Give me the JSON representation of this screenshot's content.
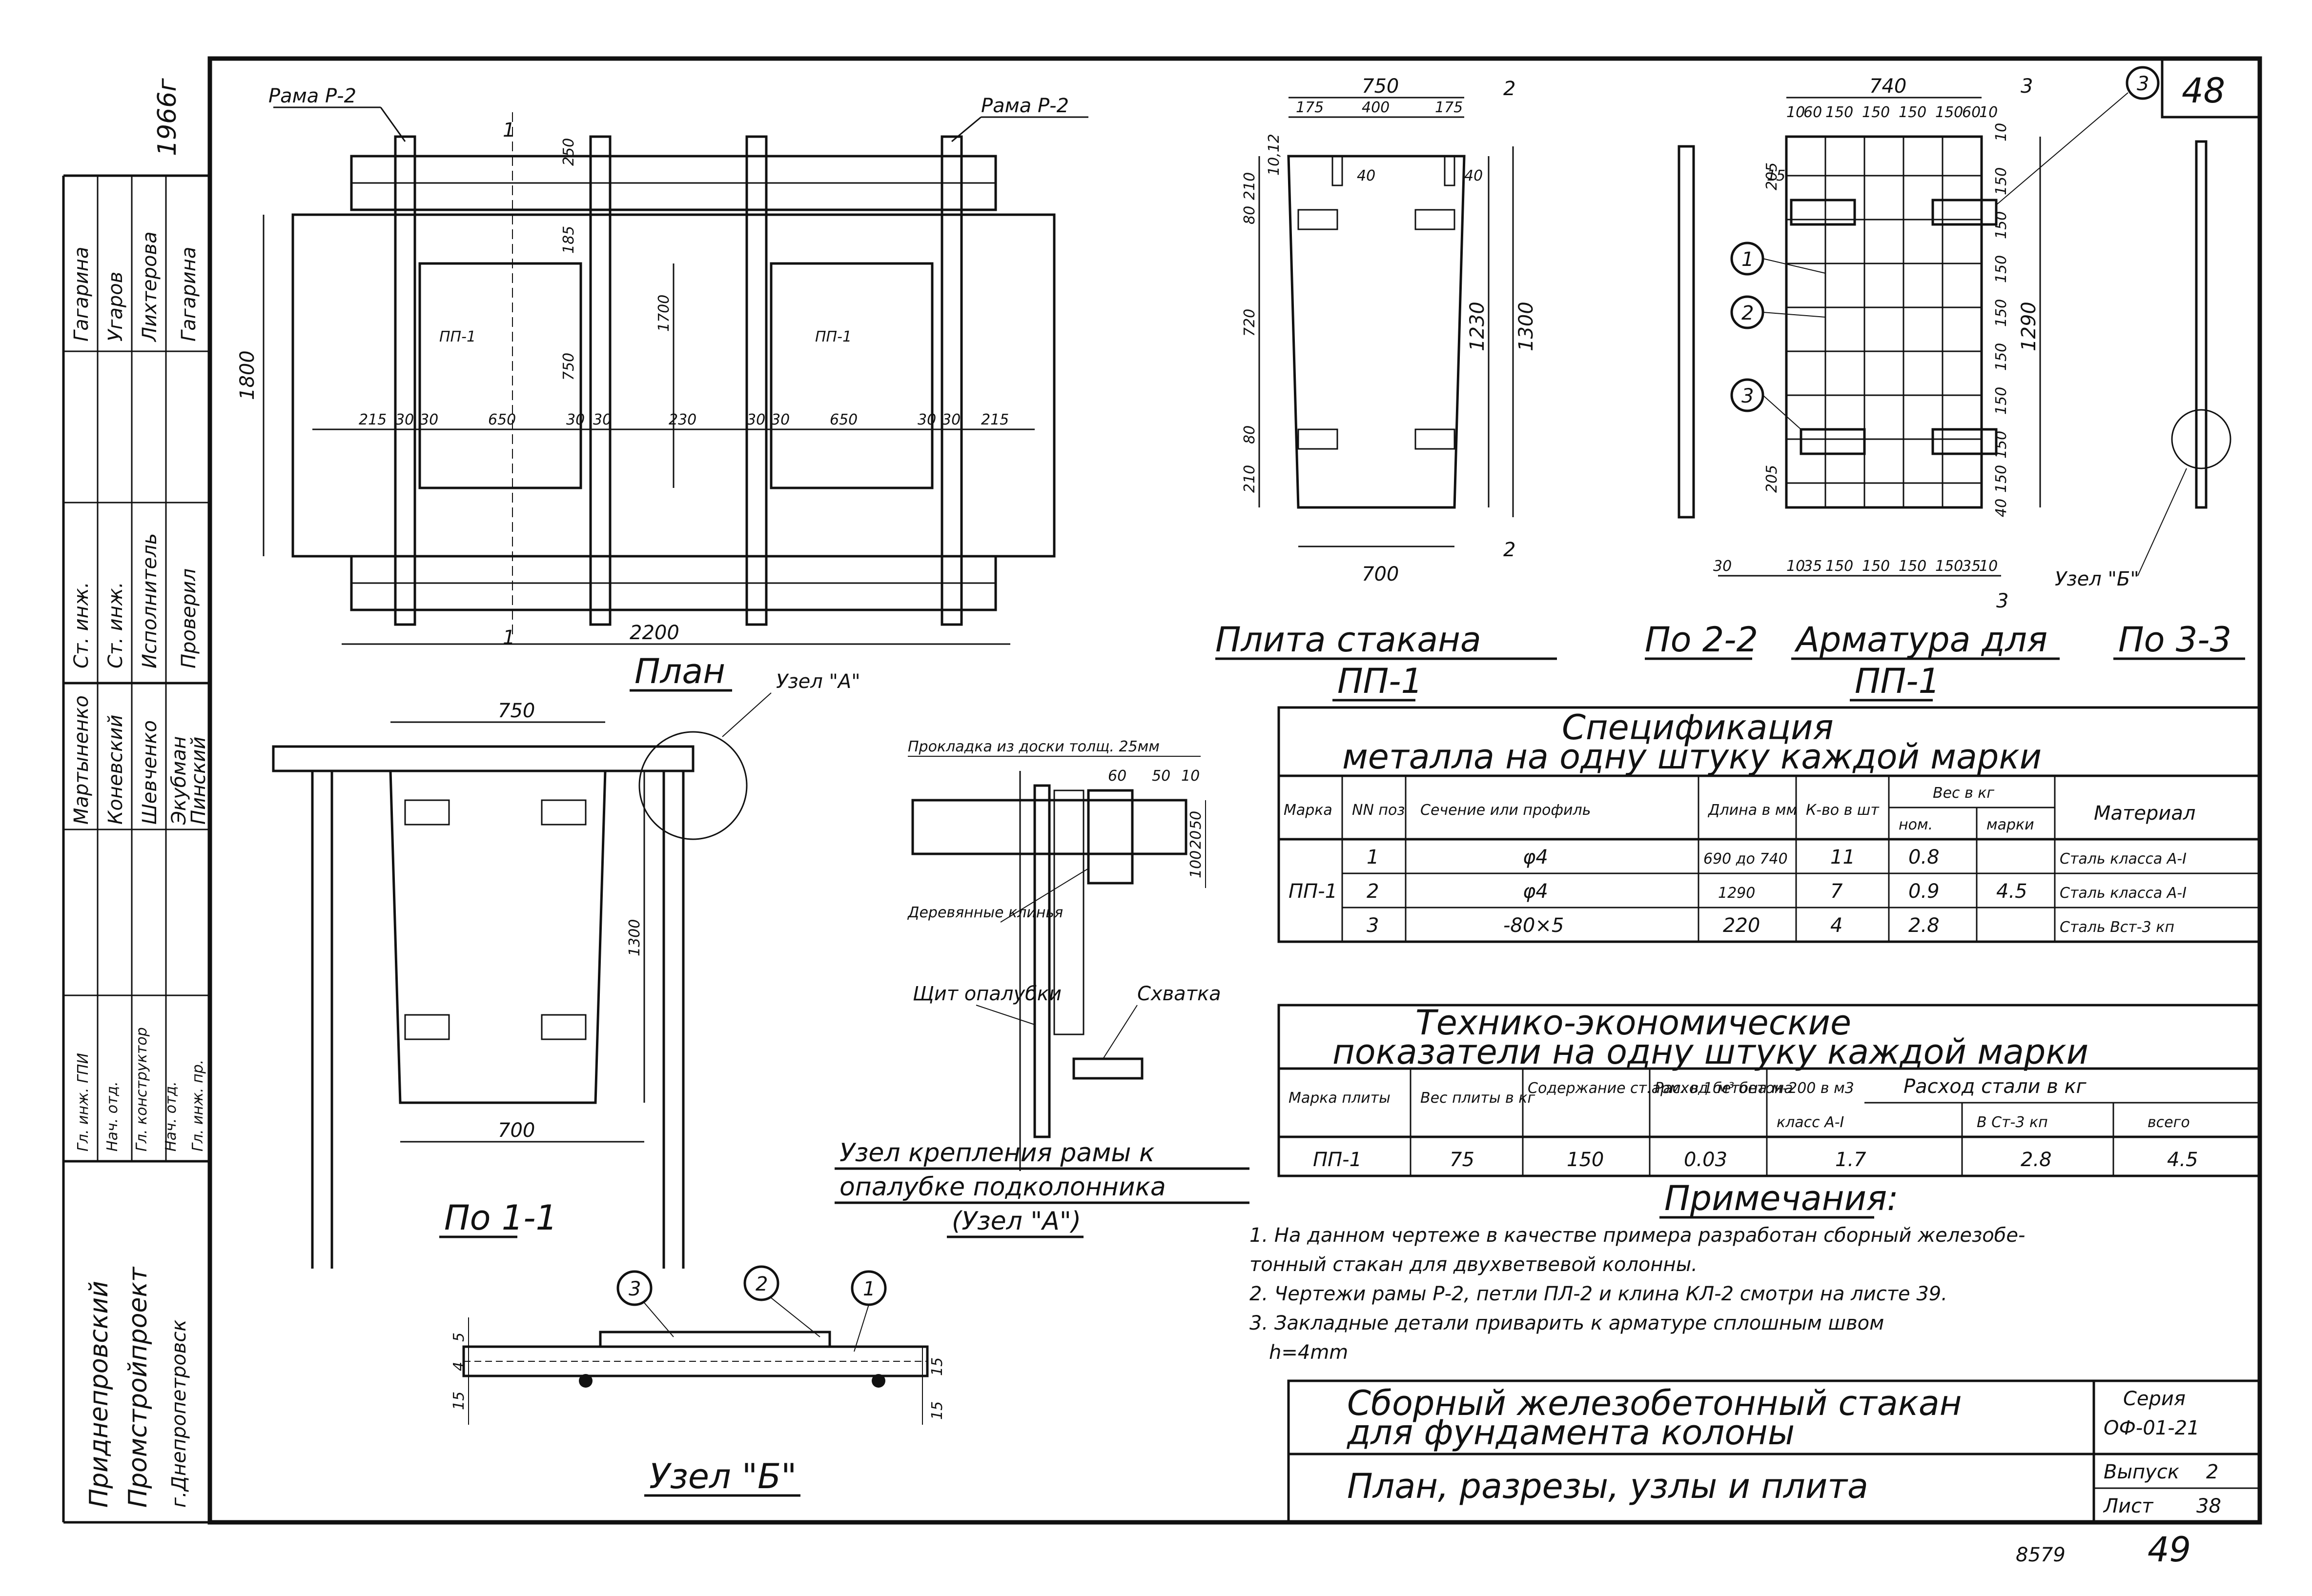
{
  "sheet": {
    "sheet_number": "48",
    "year": "1966г",
    "inventory_no": "8579",
    "page_no": "49"
  },
  "stamp": {
    "roles": [
      "Ст. инж.",
      "Ст. инж.",
      "Исполнитель",
      "Проверил"
    ],
    "names": [
      "Гагарина",
      "Угаров",
      "Лихтерова",
      "Гагарина"
    ],
    "lower_roles": [
      "Гл. инж. ГПИ",
      "Нач. отд.",
      "Гл. конструктор",
      "Нач. отд.",
      "Гл. инж. пр."
    ],
    "lower_names": [
      "Мартыненко",
      "Коневский",
      "Шевченко",
      "Экубман",
      "Пинский"
    ],
    "org": [
      "Приднепровский",
      "Промстройпроект",
      "г.Днепропетровск"
    ]
  },
  "plan": {
    "title": "План",
    "frame_left": "Рама Р-2",
    "frame_right": "Рама Р-2",
    "plate_label_1": "ПП-1",
    "plate_label_2": "ПП-1",
    "dim_total": "2200",
    "dim_height": "1800",
    "dim_inner_height": "1700",
    "dims_row": [
      "215",
      "30",
      "30",
      "650",
      "30",
      "30",
      "230",
      "30",
      "30",
      "650",
      "30",
      "30",
      "215"
    ],
    "dim_750": "750",
    "dim_185": "185",
    "dim_250": "250",
    "section_mark": "1"
  },
  "plate": {
    "title": "Плита стакана",
    "subtitle": "ПП-1",
    "dim_top": "750",
    "dims_top_parts": [
      "175",
      "400",
      "175"
    ],
    "dim_bottom": "700",
    "dim_height_outer": "1300",
    "dim_height_inner": "1230",
    "dims_left": [
      "210",
      "80",
      "720",
      "210",
      "80"
    ],
    "dim_40a": "40",
    "dim_40b": "40",
    "dim_1012": "10,12",
    "section_mark": "2"
  },
  "reinf": {
    "title": "Арматура для",
    "subtitle": "ПП-1",
    "dim_top": "740",
    "dims_top_parts": [
      "10",
      "60",
      "150",
      "150",
      "150",
      "150",
      "60",
      "10"
    ],
    "dims_bottom_parts": [
      "10",
      "35",
      "150",
      "150",
      "150",
      "150",
      "35",
      "10"
    ],
    "dim_height": "1290",
    "dims_right": [
      "10",
      "150",
      "150",
      "150",
      "150",
      "150",
      "150",
      "150",
      "150",
      "40"
    ],
    "dim_205a": "205",
    "dim_205b": "205",
    "dim_15": "15",
    "dim_30": "30",
    "callout_1": "1",
    "callout_2": "2",
    "callout_3": "3",
    "callout_3b": "3",
    "node_b_label": "Узел \"Б\"",
    "section_mark": "3"
  },
  "section_titles": {
    "s22": "По 2-2",
    "s33": "По 3-3",
    "s11": "По 1-1"
  },
  "section11": {
    "dim_top": "750",
    "dim_bottom": "700",
    "dim_height": "1300",
    "node_a_label": "Узел \"А\""
  },
  "nodeA": {
    "title_l1": "Узел крепления рамы к",
    "title_l2": "опалубке подколонника",
    "title_l3": "(Узел \"А\")",
    "note_board": "Прокладка из доски толщ. 25мм",
    "note_wedges": "Деревянные клинья",
    "note_shield": "Щит опалубки",
    "note_clamp": "Схватка",
    "dims": [
      "60",
      "50",
      "10",
      "50",
      "20",
      "100"
    ]
  },
  "nodeB": {
    "title": "Узел \"Б\"",
    "callouts": [
      "3",
      "2",
      "1"
    ],
    "dims_left": [
      "5",
      "4",
      "15"
    ],
    "dims_right": [
      "15",
      "15"
    ]
  },
  "spec": {
    "title_l1": "Спецификация",
    "title_l2": "металла на одну штуку каждой марки",
    "headers": [
      "Марка",
      "NN поз",
      "Сечение или профиль",
      "Длина в мм",
      "К-во в шт",
      "Вес в кг",
      "ном.",
      "марки",
      "Материал"
    ],
    "mark": "ПП-1",
    "mark_weight": "4.5",
    "rows": [
      {
        "pos": "1",
        "section": "φ4",
        "length": "690 до 740",
        "count": "11",
        "weight": "0.8",
        "material": "Сталь класса А-I"
      },
      {
        "pos": "2",
        "section": "φ4",
        "length": "1290",
        "count": "7",
        "weight": "0.9",
        "material": "Сталь класса А-I"
      },
      {
        "pos": "3",
        "section": "-80×5",
        "length": "220",
        "count": "4",
        "weight": "2.8",
        "material": "Сталь Вст-3 кп"
      }
    ]
  },
  "tech": {
    "title_l1": "Технико-экономические",
    "title_l2": "показатели на одну штуку каждой марки",
    "headers": [
      "Марка плиты",
      "Вес плиты в кг",
      "Содержание ст.арм. в 1 м³ бетона",
      "Расход бетона м-200 в м3",
      "Расход стали в кг",
      "класс А-I",
      "В Ст-3 кп",
      "всего"
    ],
    "row": {
      "mark": "ПП-1",
      "weight": "75",
      "content": "150",
      "concrete": "0.03",
      "a1": "1.7",
      "vst": "2.8",
      "total": "4.5"
    }
  },
  "notes": {
    "title": "Примечания:",
    "lines": [
      "1. На данном чертеже в качестве примера разработан сборный железобе-",
      "тонный стакан для двухветвевой колонны.",
      "2. Чертежи рамы Р-2, петли ПЛ-2 и клина КЛ-2 смотри на листе 39.",
      "3. Закладные детали приварить к арматуре сплошным швом",
      "h=4mm"
    ]
  },
  "titleblock": {
    "title_l1": "Сборный железобетонный стакан",
    "title_l2": "для фундамента колоны",
    "subtitle": "План, разрезы, узлы и плита",
    "series_label": "Серия",
    "series_value": "ОФ-01-21",
    "issue_label": "Выпуск",
    "issue_value": "2",
    "sheet_label": "Лист",
    "sheet_value": "38"
  }
}
